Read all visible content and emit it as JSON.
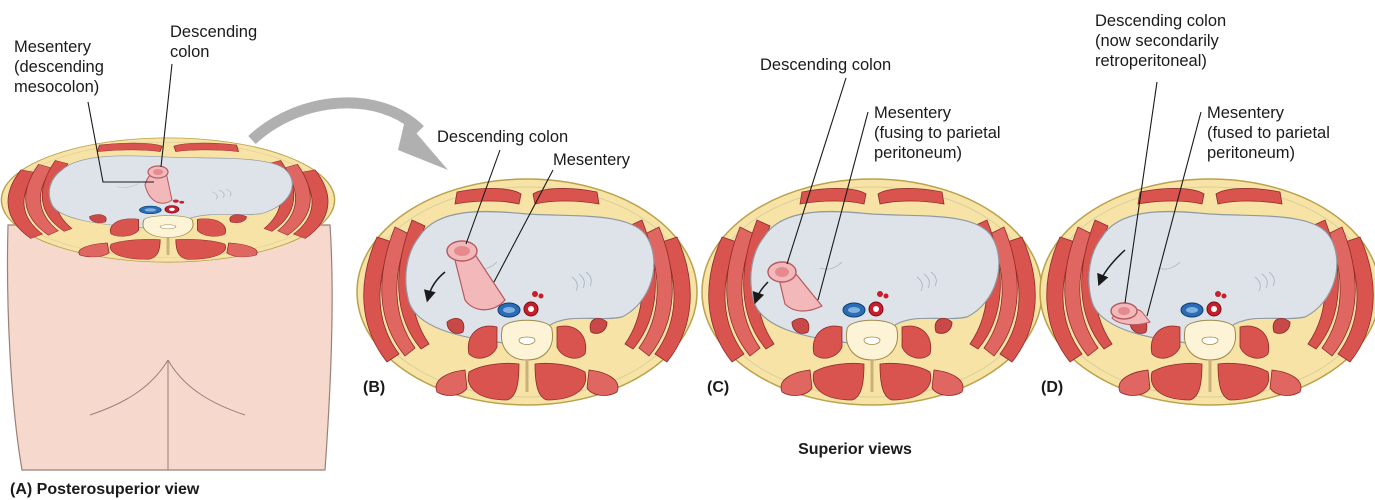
{
  "panels": {
    "a": {
      "caption": "(A) Posterosuperior view",
      "label_mesentery": [
        "Mesentery",
        "(descending",
        "mesocolon)"
      ],
      "label_colon": [
        "Descending",
        "colon"
      ]
    },
    "b": {
      "tag": "(B)",
      "label_colon": [
        "Descending colon"
      ],
      "label_mesentery": [
        "Mesentery"
      ]
    },
    "c": {
      "tag": "(C)",
      "label_colon": [
        "Descending colon"
      ],
      "label_mesentery": [
        "Mesentery",
        "(fusing to parietal",
        "peritoneum)"
      ]
    },
    "d": {
      "tag": "(D)",
      "label_colon": [
        "Descending colon",
        "(now secondarily",
        "retroperitoneal)"
      ],
      "label_mesentery": [
        "Mesentery",
        "(fused to parietal",
        "peritoneum)"
      ]
    }
  },
  "group_caption": "Superior views",
  "colors": {
    "skin": "#f6d9cc",
    "fat": "#f7e3a6",
    "muscle": "#d9534f",
    "cavity": "#dde3e8",
    "colon": "#f2b8ba",
    "artery": "#c81e2c",
    "vein": "#2a6db5",
    "bone": "#fdf3d6",
    "arrow": "#a9a9a9"
  }
}
